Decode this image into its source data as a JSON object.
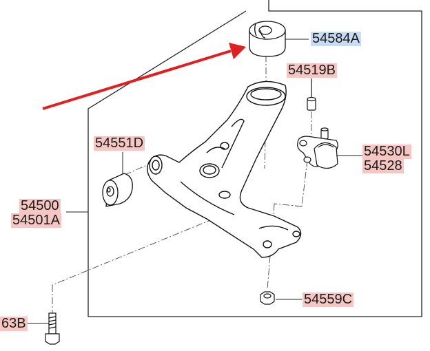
{
  "diagram": {
    "highlight_colors": {
      "part_label": "#f6c7c2",
      "selected_label": "#c9dcf3",
      "arrow": "#e02020"
    },
    "labels": {
      "bushing_upper": "54584A",
      "bolt_top": "54519B",
      "bushing_front": "54551D",
      "ball_joint_1": "54530L",
      "ball_joint_2": "54528",
      "arm_1": "54500",
      "arm_2": "54501A",
      "nut": "54559C",
      "long_bolt": "63B"
    }
  }
}
